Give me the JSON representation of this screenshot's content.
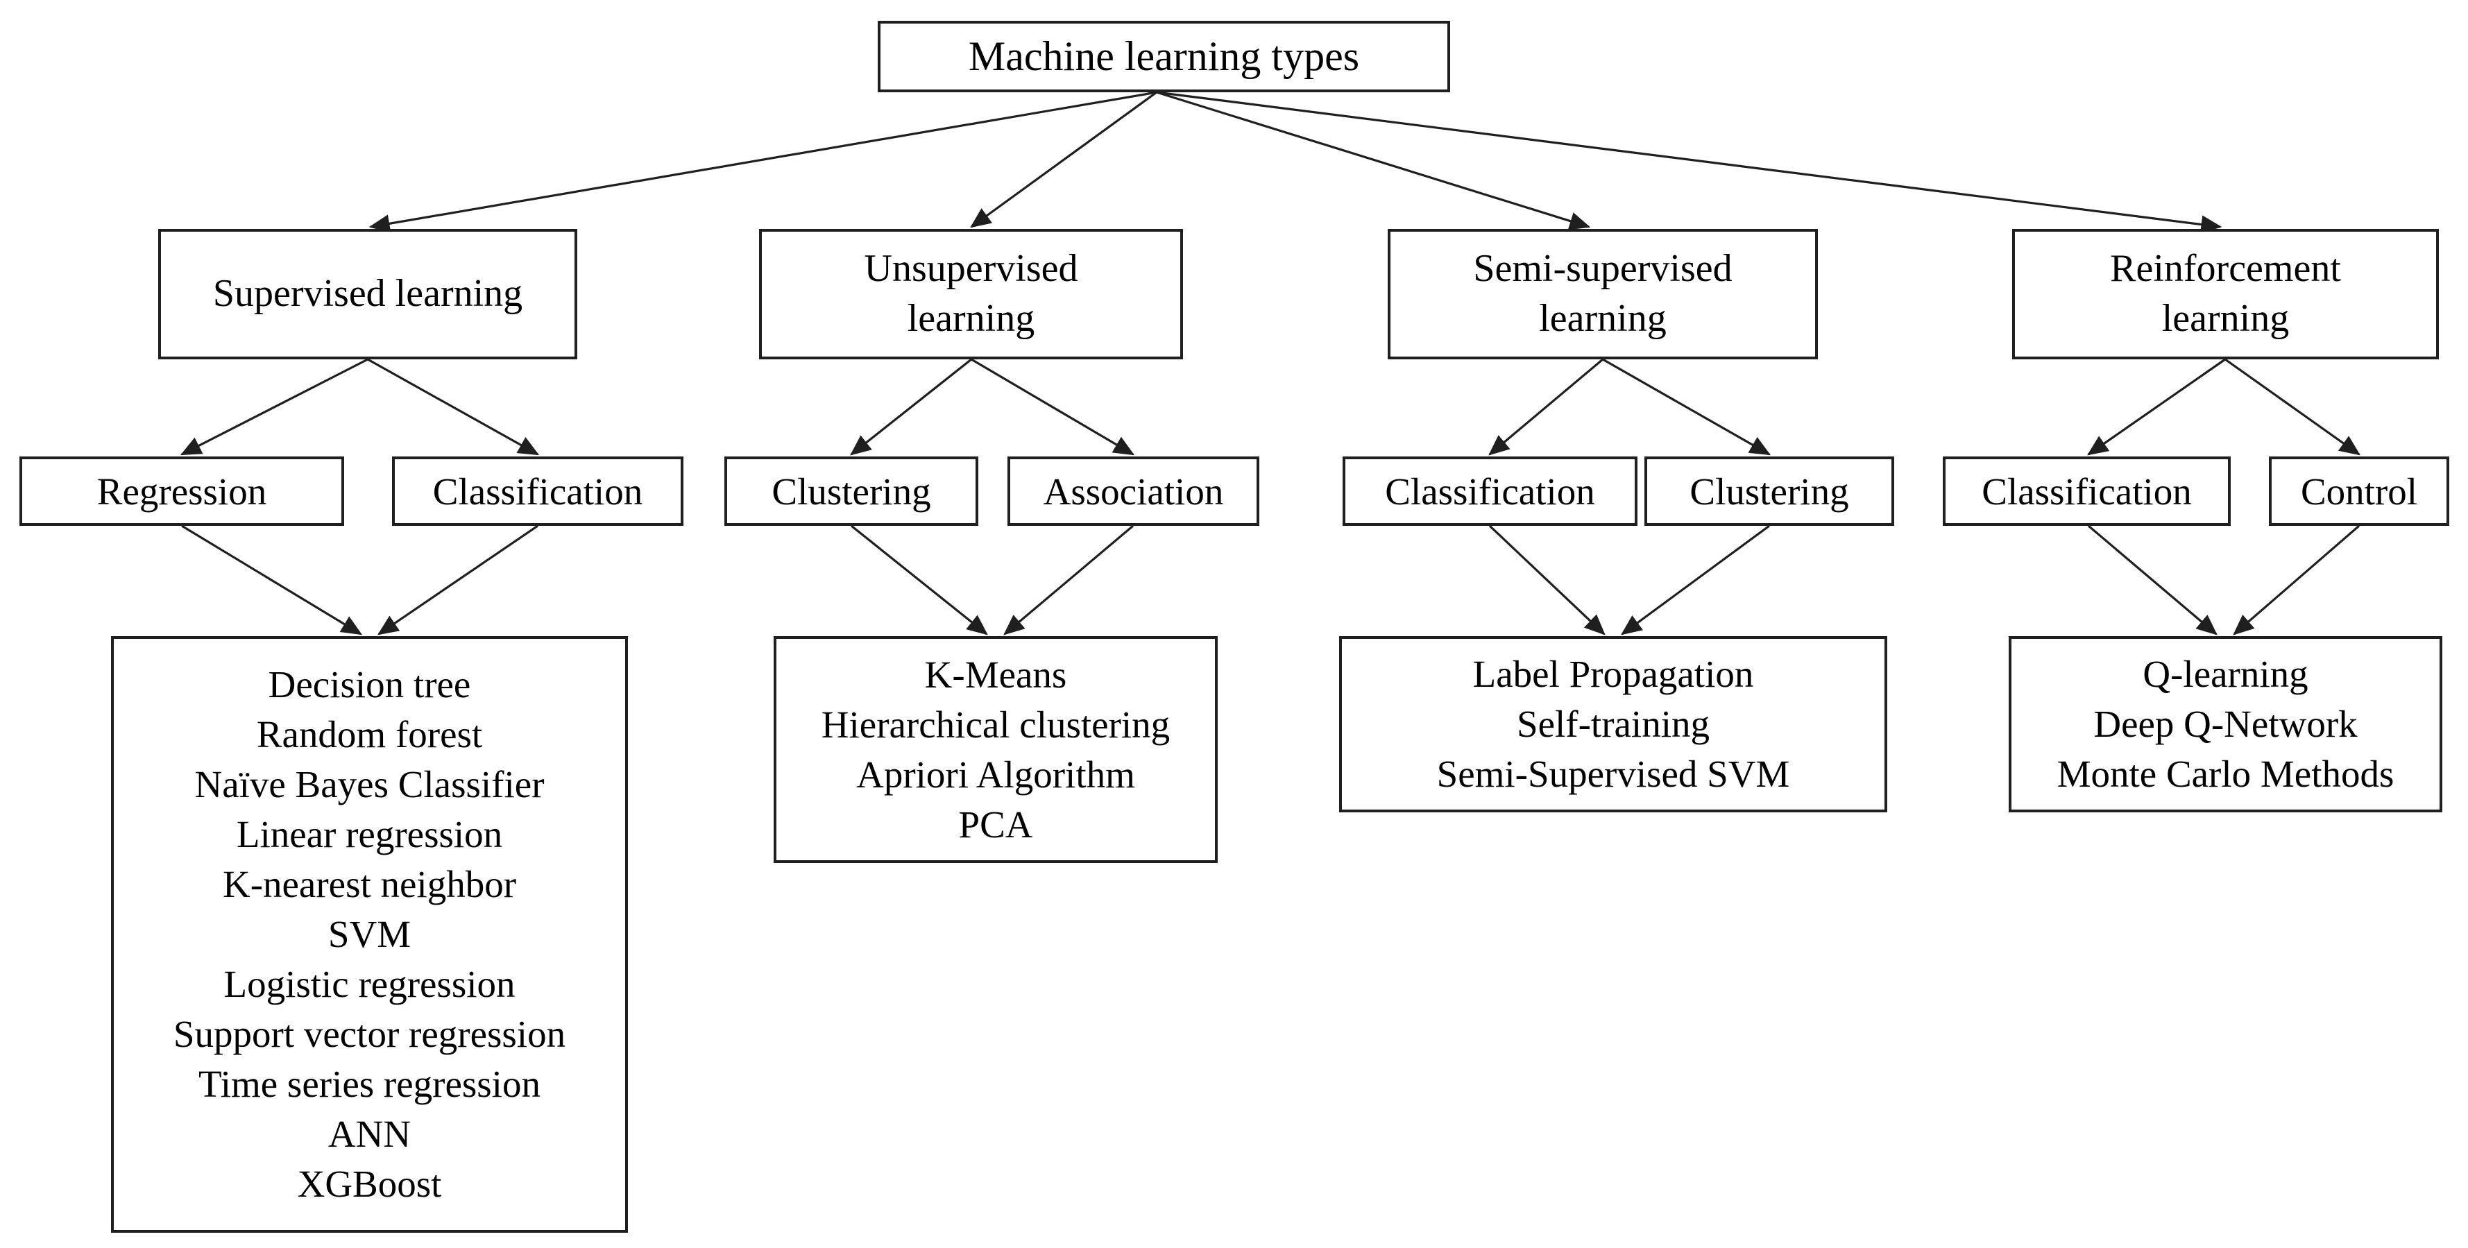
{
  "root_label": "Machine learning types",
  "colors": {
    "background": "#ffffff",
    "border": "#1f1f1f",
    "text": "#000000",
    "connector": "#1f1f1f"
  },
  "branches": [
    {
      "name": "Supervised learning",
      "children": [
        "Regression",
        "Classification"
      ],
      "algorithms": [
        "Decision tree",
        "Random forest",
        "Naïve Bayes Classifier",
        "Linear regression",
        "K-nearest neighbor",
        "SVM",
        "Logistic regression",
        "Support vector regression",
        "Time series regression",
        "ANN",
        "XGBoost"
      ]
    },
    {
      "name": "Unsupervised learning",
      "children": [
        "Clustering",
        "Association"
      ],
      "algorithms": [
        "K-Means",
        "Hierarchical clustering",
        "Apriori Algorithm",
        "PCA"
      ]
    },
    {
      "name": "Semi-supervised learning",
      "children": [
        "Classification",
        "Clustering"
      ],
      "algorithms": [
        "Label Propagation",
        "Self-training",
        "Semi-Supervised SVM"
      ]
    },
    {
      "name": "Reinforcement learning",
      "children": [
        "Classification",
        "Control"
      ],
      "algorithms": [
        "Q-learning",
        "Deep Q-Network",
        "Monte Carlo Methods"
      ]
    }
  ]
}
